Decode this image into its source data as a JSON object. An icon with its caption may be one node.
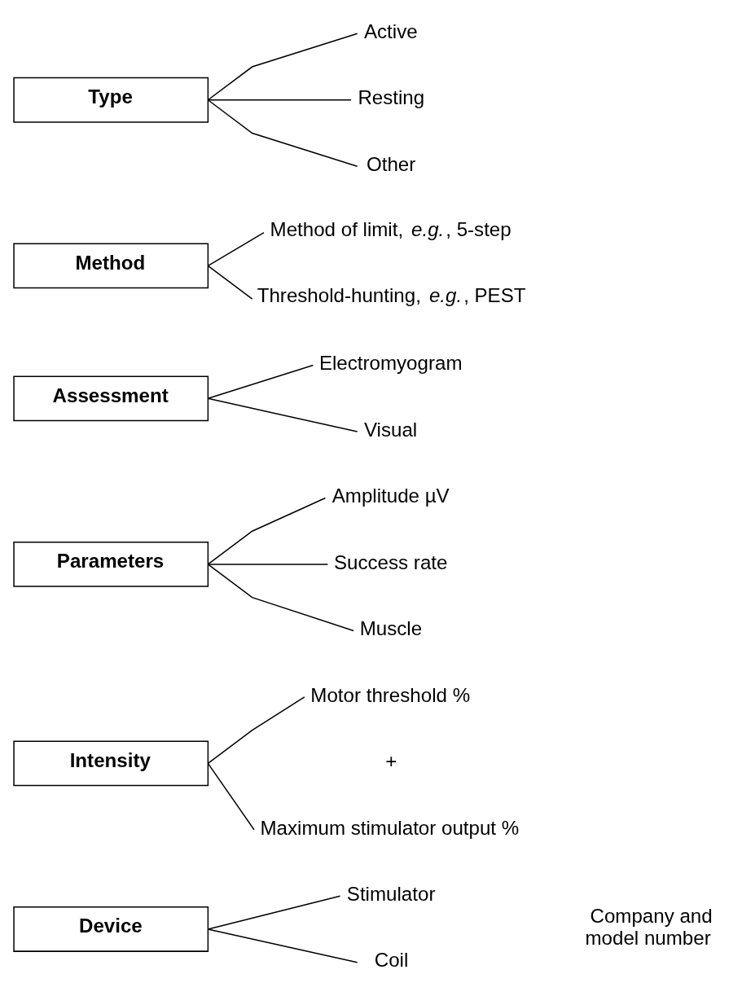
{
  "diagram": {
    "nodes": [
      {
        "text": [
          "Type"
        ]
      },
      {
        "text": [
          "Active"
        ]
      },
      {
        "text": [
          "Resting"
        ]
      },
      {
        "text": [
          "Other"
        ]
      },
      {
        "text": [
          "Method"
        ]
      },
      {
        "text": [
          "Method of limit, *e.g.*, 5-step"
        ]
      },
      {
        "text": [
          "Threshold-hunting, *e.g.*, PEST"
        ]
      },
      {
        "text": [
          "Assessment"
        ]
      },
      {
        "text": [
          "Electromyogram"
        ]
      },
      {
        "text": [
          "Visual"
        ]
      },
      {
        "text": [
          "Parameters"
        ]
      },
      {
        "text": [
          "Amplitude µV"
        ]
      },
      {
        "text": [
          "Success rate"
        ]
      },
      {
        "text": [
          "Muscle"
        ]
      },
      {
        "text": [
          "Intensity"
        ]
      },
      {
        "text": [
          "Motor threshold %"
        ]
      },
      {
        "text": [
          "Maximum stimulator output %"
        ]
      },
      {
        "text": [
          "Device"
        ]
      },
      {
        "text": [
          "Stimulator"
        ]
      },
      {
        "text": [
          "Coil"
        ]
      }
    ],
    "edges": [
      {
        "from": 0,
        "to": 1,
        "arrow": "none"
      },
      {
        "from": 0,
        "to": 2,
        "arrow": "none"
      },
      {
        "from": 0,
        "to": 3,
        "arrow": "none"
      },
      {
        "from": 4,
        "to": 5,
        "arrow": "none"
      },
      {
        "from": 4,
        "to": 6,
        "arrow": "none"
      },
      {
        "from": 7,
        "to": 8,
        "arrow": "none"
      },
      {
        "from": 7,
        "to": 9,
        "arrow": "none"
      },
      {
        "from": 10,
        "to": 11,
        "arrow": "none"
      },
      {
        "from": 10,
        "to": 12,
        "arrow": "none"
      },
      {
        "from": 10,
        "to": 13,
        "arrow": "none"
      },
      {
        "from": 14,
        "to": 15,
        "arrow": "none"
      },
      {
        "from": 14,
        "to": 16,
        "arrow": "none"
      },
      {
        "from": 17,
        "to": 18,
        "arrow": "none"
      },
      {
        "from": 17,
        "to": 19,
        "arrow": "none"
      }
    ],
    "labels": [
      "+",
      "Company and model number"
    ]
  }
}
